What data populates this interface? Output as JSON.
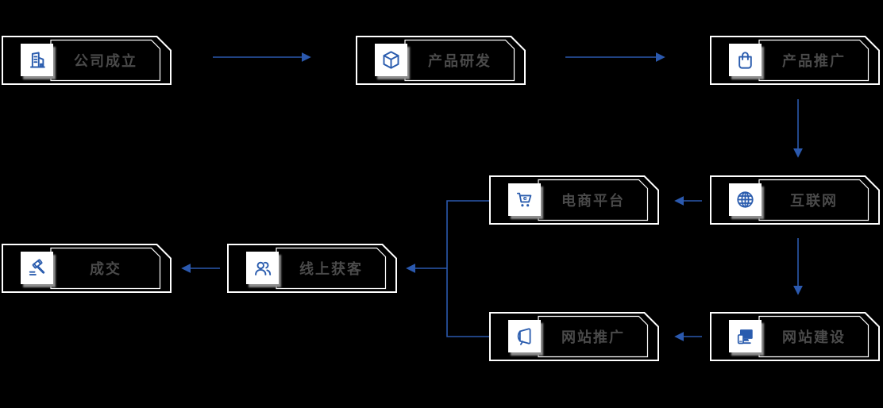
{
  "diagram": {
    "title": "business online-marketing flow",
    "colors": {
      "background": "#000000",
      "frame_border": "#ffffff",
      "accent_blue": "#2b59ae",
      "label_text": "#4a4a4a",
      "chip_background": "#ffffff",
      "chip_shadow": "#8f8f8f"
    },
    "nodes": [
      {
        "id": "company-founded",
        "label": "公司成立",
        "icon": "building-icon"
      },
      {
        "id": "product-rd",
        "label": "产品研发",
        "icon": "cube-icon"
      },
      {
        "id": "product-promotion",
        "label": "产品推广",
        "icon": "shopping-bag-icon"
      },
      {
        "id": "ecommerce-platform",
        "label": "电商平台",
        "icon": "ecommerce-cart-icon"
      },
      {
        "id": "internet",
        "label": "互联网",
        "icon": "globe-icon"
      },
      {
        "id": "deal-closed",
        "label": "成交",
        "icon": "gavel-icon"
      },
      {
        "id": "online-customer-acquisition",
        "label": "线上获客",
        "icon": "users-icon"
      },
      {
        "id": "website-promotion",
        "label": "网站推广",
        "icon": "megaphone-icon"
      },
      {
        "id": "website-construction",
        "label": "网站建设",
        "icon": "devices-icon"
      }
    ],
    "edges": [
      {
        "from": "company-founded",
        "to": "product-rd"
      },
      {
        "from": "product-rd",
        "to": "product-promotion"
      },
      {
        "from": "product-promotion",
        "to": "internet"
      },
      {
        "from": "internet",
        "to": "ecommerce-platform"
      },
      {
        "from": "internet",
        "to": "website-construction"
      },
      {
        "from": "website-construction",
        "to": "website-promotion"
      },
      {
        "from": "ecommerce-platform",
        "to": "online-customer-acquisition"
      },
      {
        "from": "website-promotion",
        "to": "online-customer-acquisition"
      },
      {
        "from": "online-customer-acquisition",
        "to": "deal-closed"
      }
    ]
  }
}
